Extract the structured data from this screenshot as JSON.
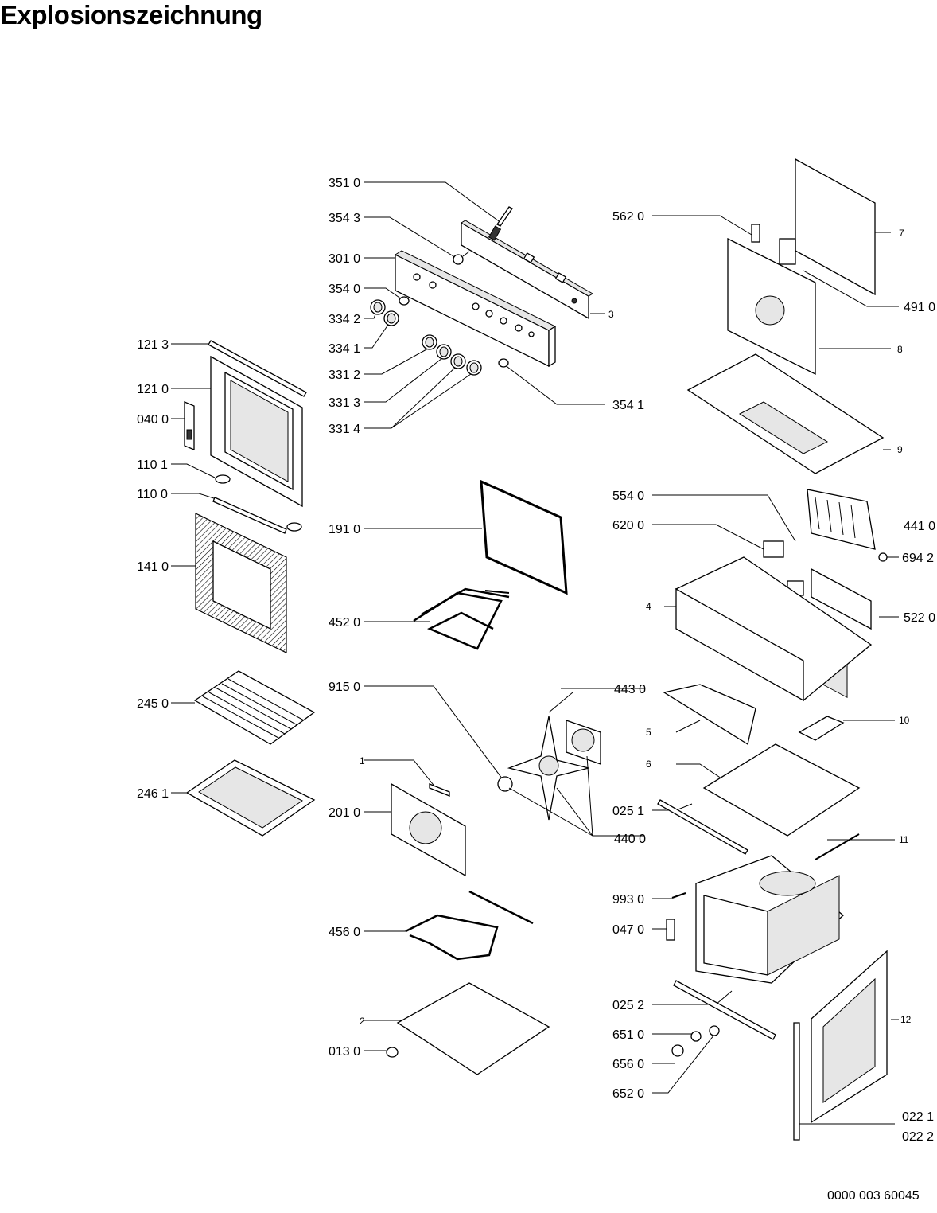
{
  "header": {
    "title": "Explosionszeichnung"
  },
  "footer": {
    "document_number": "0000 003 60045"
  },
  "part_labels": {
    "p3510": "351 0",
    "p3543": "354 3",
    "p3010": "301 0",
    "p3540": "354 0",
    "p3342": "334 2",
    "p3341": "334 1",
    "p3312": "331 2",
    "p3313": "331 3",
    "p3314": "331 4",
    "p3541": "354 1",
    "p3": "3",
    "p1213": "121 3",
    "p1210": "121 0",
    "p0400": "040 0",
    "p1101": "110 1",
    "p1100": "110 0",
    "p1410": "141 0",
    "p2450": "245 0",
    "p2461": "246 1",
    "p1910": "191 0",
    "p4520": "452 0",
    "p9150": "915 0",
    "p1": "1",
    "p2010": "201 0",
    "p4560": "456 0",
    "p2": "2",
    "p0130": "013 0",
    "p5620": "562 0",
    "p7": "7",
    "p4910": "491 0",
    "p8": "8",
    "p9": "9",
    "p5540": "554 0",
    "p6200": "620 0",
    "p4410": "441 0",
    "p6942": "694 2",
    "p4": "4",
    "p5220": "522 0",
    "p4430": "443 0",
    "p5": "5",
    "p10": "10",
    "p6": "6",
    "p0251": "025 1",
    "p4400": "440 0",
    "p11": "11",
    "p9930": "993 0",
    "p0470": "047 0",
    "p0252": "025 2",
    "p6510": "651 0",
    "p6560": "656 0",
    "p6520": "652 0",
    "p12": "12",
    "p0221": "022 1",
    "p0222": "022 2"
  }
}
